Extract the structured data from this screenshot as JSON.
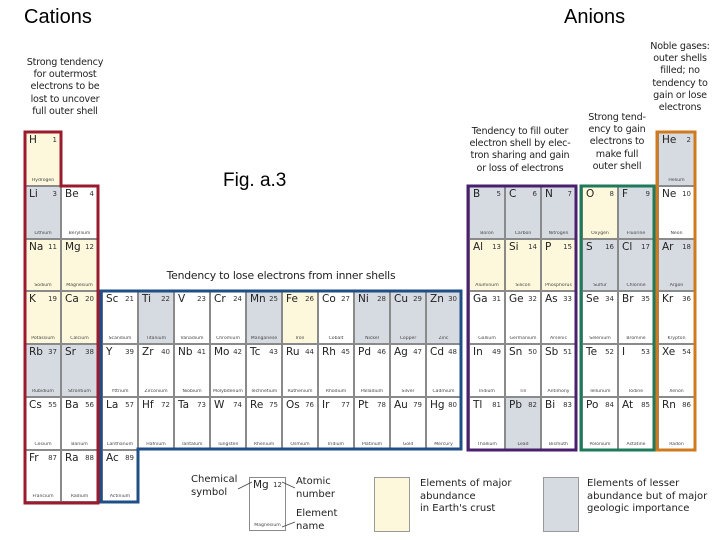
{
  "headers": {
    "cations": "Cations",
    "anions": "Anions",
    "figure_label": "Fig. a.3"
  },
  "annotations": {
    "group1_2": [
      "Strong tendency",
      "for outermost",
      "electrons to be",
      "lost to uncover",
      "full outer shell"
    ],
    "transition": "Tendency to lose electrons from inner shells",
    "p_block": [
      "Tendency to fill outer",
      "electron shell by elec-",
      "tron sharing and gain",
      "or loss of electrons"
    ],
    "halogens": [
      "Strong tend-",
      "ency to gain",
      "electrons to",
      "make full",
      "outer shell"
    ],
    "noble": [
      "Noble gases:",
      "outer shells",
      "filled; no",
      "tendency to",
      "gain or lose",
      "electrons"
    ]
  },
  "colors": {
    "major_abundance": "#fdf7dc",
    "lesser_abundance": "#d6dbe1",
    "cation_border": "#9b1b2e",
    "transition_border": "#1f4f86",
    "p_block_border": "#4a1f6e",
    "halogen_border": "#1e7a5a",
    "noble_border": "#d07a1f"
  },
  "elements": [
    {
      "sym": "H",
      "num": 1,
      "name": "Hydrogen",
      "col": 0,
      "row": 0,
      "cat": "major"
    },
    {
      "sym": "Li",
      "num": 3,
      "name": "Lithium",
      "col": 0,
      "row": 1,
      "cat": "lesser"
    },
    {
      "sym": "Be",
      "num": 4,
      "name": "Beryllium",
      "col": 1,
      "row": 1,
      "cat": "none"
    },
    {
      "sym": "Na",
      "num": 11,
      "name": "Sodium",
      "col": 0,
      "row": 2,
      "cat": "major"
    },
    {
      "sym": "Mg",
      "num": 12,
      "name": "Magnesium",
      "col": 1,
      "row": 2,
      "cat": "major"
    },
    {
      "sym": "K",
      "num": 19,
      "name": "Potassium",
      "col": 0,
      "row": 3,
      "cat": "major"
    },
    {
      "sym": "Ca",
      "num": 20,
      "name": "Calcium",
      "col": 1,
      "row": 3,
      "cat": "major"
    },
    {
      "sym": "Rb",
      "num": 37,
      "name": "Rubidium",
      "col": 0,
      "row": 4,
      "cat": "lesser"
    },
    {
      "sym": "Sr",
      "num": 38,
      "name": "Strontium",
      "col": 1,
      "row": 4,
      "cat": "lesser"
    },
    {
      "sym": "Cs",
      "num": 55,
      "name": "Cesium",
      "col": 0,
      "row": 5,
      "cat": "none"
    },
    {
      "sym": "Ba",
      "num": 56,
      "name": "Barium",
      "col": 1,
      "row": 5,
      "cat": "none"
    },
    {
      "sym": "Fr",
      "num": 87,
      "name": "Francium",
      "col": 0,
      "row": 6,
      "cat": "none"
    },
    {
      "sym": "Ra",
      "num": 88,
      "name": "Radium",
      "col": 1,
      "row": 6,
      "cat": "none"
    },
    {
      "sym": "Sc",
      "num": 21,
      "name": "Scandium",
      "col": 2,
      "row": 3,
      "cat": "none"
    },
    {
      "sym": "Ti",
      "num": 22,
      "name": "Titanium",
      "col": 3,
      "row": 3,
      "cat": "lesser"
    },
    {
      "sym": "V",
      "num": 23,
      "name": "Vanadium",
      "col": 4,
      "row": 3,
      "cat": "none"
    },
    {
      "sym": "Cr",
      "num": 24,
      "name": "Chromium",
      "col": 5,
      "row": 3,
      "cat": "none"
    },
    {
      "sym": "Mn",
      "num": 25,
      "name": "Manganese",
      "col": 6,
      "row": 3,
      "cat": "lesser"
    },
    {
      "sym": "Fe",
      "num": 26,
      "name": "Iron",
      "col": 7,
      "row": 3,
      "cat": "major"
    },
    {
      "sym": "Co",
      "num": 27,
      "name": "Cobalt",
      "col": 8,
      "row": 3,
      "cat": "none"
    },
    {
      "sym": "Ni",
      "num": 28,
      "name": "Nickel",
      "col": 9,
      "row": 3,
      "cat": "lesser"
    },
    {
      "sym": "Cu",
      "num": 29,
      "name": "Copper",
      "col": 10,
      "row": 3,
      "cat": "lesser"
    },
    {
      "sym": "Zn",
      "num": 30,
      "name": "Zinc",
      "col": 11,
      "row": 3,
      "cat": "lesser"
    },
    {
      "sym": "Y",
      "num": 39,
      "name": "Yttrium",
      "col": 2,
      "row": 4,
      "cat": "none"
    },
    {
      "sym": "Zr",
      "num": 40,
      "name": "Zirconium",
      "col": 3,
      "row": 4,
      "cat": "none"
    },
    {
      "sym": "Nb",
      "num": 41,
      "name": "Niobium",
      "col": 4,
      "row": 4,
      "cat": "none"
    },
    {
      "sym": "Mo",
      "num": 42,
      "name": "Molybdenum",
      "col": 5,
      "row": 4,
      "cat": "none"
    },
    {
      "sym": "Tc",
      "num": 43,
      "name": "Technetium",
      "col": 6,
      "row": 4,
      "cat": "none"
    },
    {
      "sym": "Ru",
      "num": 44,
      "name": "Ruthenium",
      "col": 7,
      "row": 4,
      "cat": "none"
    },
    {
      "sym": "Rh",
      "num": 45,
      "name": "Rhodium",
      "col": 8,
      "row": 4,
      "cat": "none"
    },
    {
      "sym": "Pd",
      "num": 46,
      "name": "Palladium",
      "col": 9,
      "row": 4,
      "cat": "none"
    },
    {
      "sym": "Ag",
      "num": 47,
      "name": "Silver",
      "col": 10,
      "row": 4,
      "cat": "none"
    },
    {
      "sym": "Cd",
      "num": 48,
      "name": "Cadmium",
      "col": 11,
      "row": 4,
      "cat": "none"
    },
    {
      "sym": "La",
      "num": 57,
      "name": "Lanthanum",
      "col": 2,
      "row": 5,
      "cat": "none"
    },
    {
      "sym": "Hf",
      "num": 72,
      "name": "Hafnium",
      "col": 3,
      "row": 5,
      "cat": "none"
    },
    {
      "sym": "Ta",
      "num": 73,
      "name": "Tantalum",
      "col": 4,
      "row": 5,
      "cat": "none"
    },
    {
      "sym": "W",
      "num": 74,
      "name": "Tungsten",
      "col": 5,
      "row": 5,
      "cat": "none"
    },
    {
      "sym": "Re",
      "num": 75,
      "name": "Rhenium",
      "col": 6,
      "row": 5,
      "cat": "none"
    },
    {
      "sym": "Os",
      "num": 76,
      "name": "Osmium",
      "col": 7,
      "row": 5,
      "cat": "none"
    },
    {
      "sym": "Ir",
      "num": 77,
      "name": "Iridium",
      "col": 8,
      "row": 5,
      "cat": "none"
    },
    {
      "sym": "Pt",
      "num": 78,
      "name": "Platinum",
      "col": 9,
      "row": 5,
      "cat": "none"
    },
    {
      "sym": "Au",
      "num": 79,
      "name": "Gold",
      "col": 10,
      "row": 5,
      "cat": "none"
    },
    {
      "sym": "Hg",
      "num": 80,
      "name": "Mercury",
      "col": 11,
      "row": 5,
      "cat": "none"
    },
    {
      "sym": "Ac",
      "num": 89,
      "name": "Actinium",
      "col": 2,
      "row": 6,
      "cat": "none"
    },
    {
      "sym": "B",
      "num": 5,
      "name": "Boron",
      "col": 12,
      "row": 1,
      "cat": "lesser"
    },
    {
      "sym": "C",
      "num": 6,
      "name": "Carbon",
      "col": 13,
      "row": 1,
      "cat": "lesser"
    },
    {
      "sym": "N",
      "num": 7,
      "name": "Nitrogen",
      "col": 14,
      "row": 1,
      "cat": "lesser"
    },
    {
      "sym": "Al",
      "num": 13,
      "name": "Aluminum",
      "col": 12,
      "row": 2,
      "cat": "major"
    },
    {
      "sym": "Si",
      "num": 14,
      "name": "Silicon",
      "col": 13,
      "row": 2,
      "cat": "major"
    },
    {
      "sym": "P",
      "num": 15,
      "name": "Phosphorus",
      "col": 14,
      "row": 2,
      "cat": "major"
    },
    {
      "sym": "Ga",
      "num": 31,
      "name": "Gallium",
      "col": 12,
      "row": 3,
      "cat": "none"
    },
    {
      "sym": "Ge",
      "num": 32,
      "name": "Germanium",
      "col": 13,
      "row": 3,
      "cat": "none"
    },
    {
      "sym": "As",
      "num": 33,
      "name": "Arsenic",
      "col": 14,
      "row": 3,
      "cat": "none"
    },
    {
      "sym": "In",
      "num": 49,
      "name": "Indium",
      "col": 12,
      "row": 4,
      "cat": "none"
    },
    {
      "sym": "Sn",
      "num": 50,
      "name": "Tin",
      "col": 13,
      "row": 4,
      "cat": "none"
    },
    {
      "sym": "Sb",
      "num": 51,
      "name": "Antimony",
      "col": 14,
      "row": 4,
      "cat": "none"
    },
    {
      "sym": "Tl",
      "num": 81,
      "name": "Thallium",
      "col": 12,
      "row": 5,
      "cat": "none"
    },
    {
      "sym": "Pb",
      "num": 82,
      "name": "Lead",
      "col": 13,
      "row": 5,
      "cat": "lesser"
    },
    {
      "sym": "Bi",
      "num": 83,
      "name": "Bismuth",
      "col": 14,
      "row": 5,
      "cat": "none"
    },
    {
      "sym": "O",
      "num": 8,
      "name": "Oxygen",
      "col": 15,
      "row": 1,
      "cat": "major"
    },
    {
      "sym": "F",
      "num": 9,
      "name": "Fluorine",
      "col": 16,
      "row": 1,
      "cat": "lesser"
    },
    {
      "sym": "S",
      "num": 16,
      "name": "Sulfur",
      "col": 15,
      "row": 2,
      "cat": "lesser"
    },
    {
      "sym": "Cl",
      "num": 17,
      "name": "Chlorine",
      "col": 16,
      "row": 2,
      "cat": "lesser"
    },
    {
      "sym": "Se",
      "num": 34,
      "name": "Selenium",
      "col": 15,
      "row": 3,
      "cat": "none"
    },
    {
      "sym": "Br",
      "num": 35,
      "name": "Bromine",
      "col": 16,
      "row": 3,
      "cat": "none"
    },
    {
      "sym": "Te",
      "num": 52,
      "name": "Tellurium",
      "col": 15,
      "row": 4,
      "cat": "none"
    },
    {
      "sym": "I",
      "num": 53,
      "name": "Iodine",
      "col": 16,
      "row": 4,
      "cat": "none"
    },
    {
      "sym": "Po",
      "num": 84,
      "name": "Polonium",
      "col": 15,
      "row": 5,
      "cat": "none"
    },
    {
      "sym": "At",
      "num": 85,
      "name": "Astatine",
      "col": 16,
      "row": 5,
      "cat": "none"
    },
    {
      "sym": "He",
      "num": 2,
      "name": "Helium",
      "col": 17,
      "row": 0,
      "cat": "lesser"
    },
    {
      "sym": "Ne",
      "num": 10,
      "name": "Neon",
      "col": 17,
      "row": 1,
      "cat": "none"
    },
    {
      "sym": "Ar",
      "num": 18,
      "name": "Argon",
      "col": 17,
      "row": 2,
      "cat": "lesser"
    },
    {
      "sym": "Kr",
      "num": 36,
      "name": "Krypton",
      "col": 17,
      "row": 3,
      "cat": "none"
    },
    {
      "sym": "Xe",
      "num": 54,
      "name": "Xenon",
      "col": 17,
      "row": 4,
      "cat": "none"
    },
    {
      "sym": "Rn",
      "num": 86,
      "name": "Radon",
      "col": 17,
      "row": 5,
      "cat": "none"
    }
  ],
  "key": {
    "symbol_label": [
      "Chemical",
      "symbol"
    ],
    "number_label": [
      "Atomic",
      "number"
    ],
    "name_label": [
      "Element",
      "name"
    ],
    "sample_symbol": "Mg",
    "sample_number": "12",
    "sample_name": "Magnesium"
  },
  "legend": {
    "major": [
      "Elements of major",
      "abundance",
      "in Earth's crust"
    ],
    "lesser": [
      "Elements of lesser",
      "abundance but of major",
      "geologic importance"
    ]
  }
}
